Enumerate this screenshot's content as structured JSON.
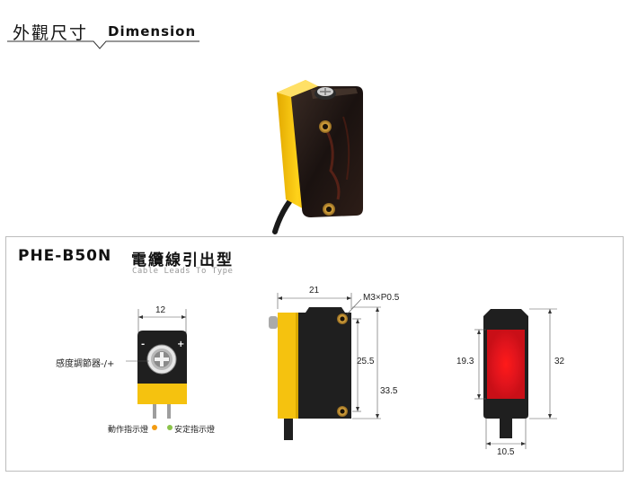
{
  "header": {
    "title_cn": "外觀尺寸",
    "title_en": "Dimension"
  },
  "panel": {
    "model": "PHE-B50N",
    "type_cn": "電纜線引出型",
    "type_en": "Cable Leads To Type"
  },
  "front_view": {
    "width_label": "12",
    "minus": "-",
    "plus": "+",
    "adjuster_label": "感度調節器-/+",
    "action_indicator": "動作指示燈",
    "stable_indicator": "安定指示燈",
    "colors": {
      "action": "#f39c12",
      "stable": "#8bc34a",
      "housing": "#1f1f1f",
      "cap": "#f5c20f"
    }
  },
  "side_view": {
    "width_label": "21",
    "screw_label": "M3×P0.5",
    "hole_pitch_label": "25.5",
    "height_label": "33.5"
  },
  "back_view": {
    "height_label": "32",
    "window_label": "19.3",
    "cable_label": "10.5",
    "colors": {
      "lens": "#e0141c"
    }
  }
}
